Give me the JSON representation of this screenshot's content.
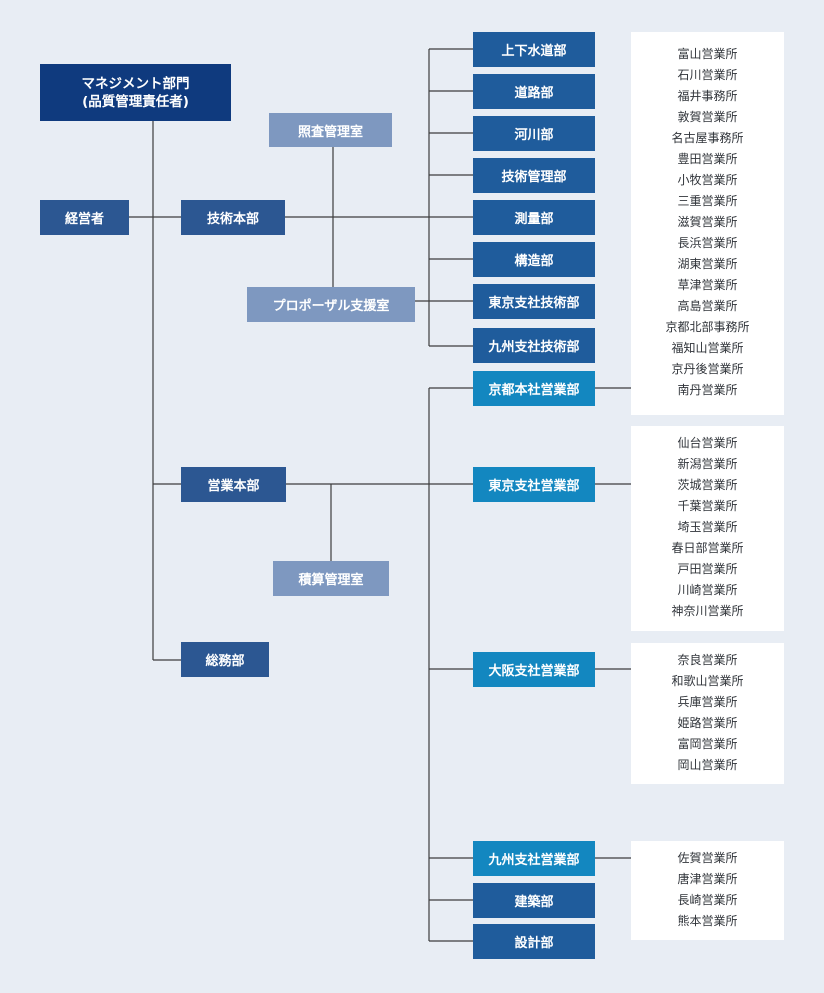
{
  "management": {
    "line1": "マネジメント部門",
    "line2": "(品質管理責任者)"
  },
  "executive": "経営者",
  "tech_hq": "技術本部",
  "sales_hq": "営業本部",
  "general_affairs": "総務部",
  "inspection_office": "照査管理室",
  "proposal_office": "プロポーザル支援室",
  "estimate_office": "積算管理室",
  "tech_depts": [
    "上下水道部",
    "道路部",
    "河川部",
    "技術管理部",
    "測量部",
    "構造部",
    "東京支社技術部",
    "九州支社技術部"
  ],
  "sales_depts": {
    "kyoto": "京都本社営業部",
    "tokyo": "東京支社営業部",
    "osaka": "大阪支社営業部",
    "kyushu": "九州支社営業部",
    "architecture": "建築部",
    "design": "設計部"
  },
  "offices": {
    "kyoto": [
      "富山営業所",
      "石川営業所",
      "福井事務所",
      "敦賀営業所",
      "名古屋事務所",
      "豊田営業所",
      "小牧営業所",
      "三重営業所",
      "滋賀営業所",
      "長浜営業所",
      "湖東営業所",
      "草津営業所",
      "高島営業所",
      "京都北部事務所",
      "福知山営業所",
      "京丹後営業所",
      "南丹営業所"
    ],
    "tokyo": [
      "仙台営業所",
      "新潟営業所",
      "茨城営業所",
      "千葉営業所",
      "埼玉営業所",
      "春日部営業所",
      "戸田営業所",
      "川崎営業所",
      "神奈川営業所"
    ],
    "osaka": [
      "奈良営業所",
      "和歌山営業所",
      "兵庫営業所",
      "姫路営業所",
      "富岡営業所",
      "岡山営業所"
    ],
    "kyushu": [
      "佐賀営業所",
      "唐津営業所",
      "長崎営業所",
      "熊本営業所"
    ]
  }
}
